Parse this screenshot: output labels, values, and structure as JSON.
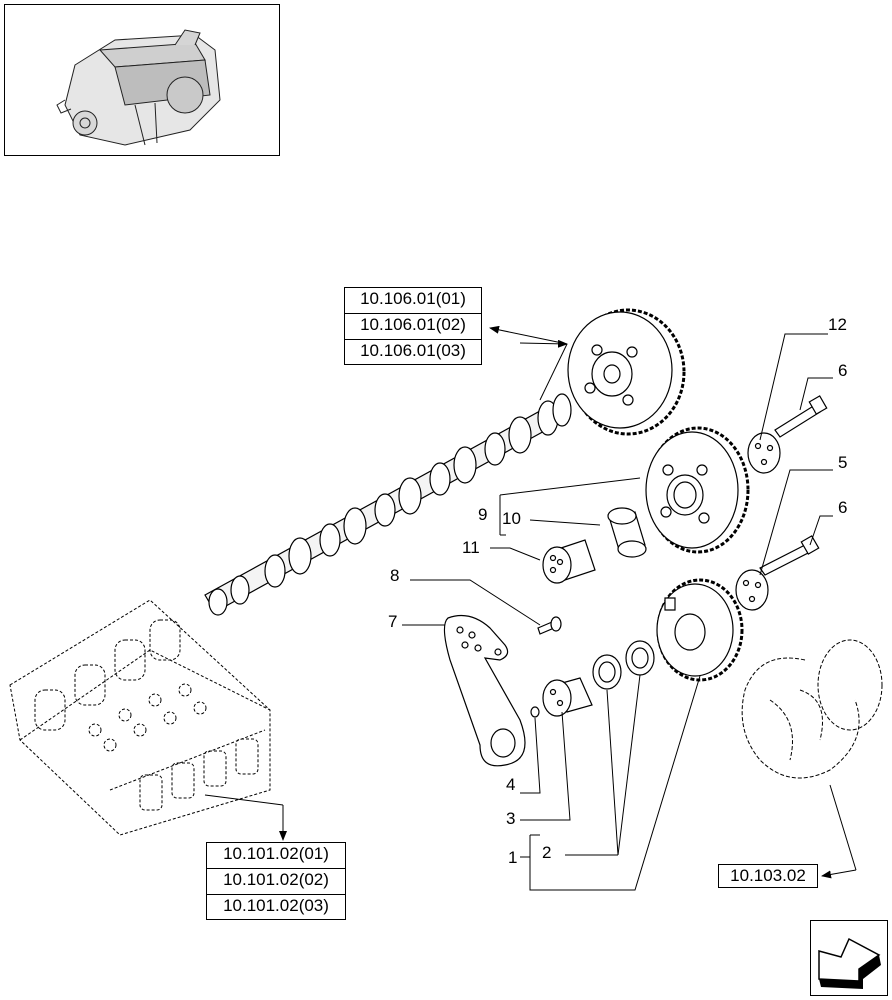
{
  "references": {
    "camshaft_1": "10.106.01(01)",
    "camshaft_2": "10.106.01(02)",
    "camshaft_3": "10.106.01(03)",
    "block_1": "10.101.02(01)",
    "block_2": "10.101.02(02)",
    "block_3": "10.101.02(03)",
    "crankshaft": "10.103.02"
  },
  "callouts": {
    "c1": "1",
    "c2": "2",
    "c3": "3",
    "c4": "4",
    "c5": "5",
    "c6a": "6",
    "c6b": "6",
    "c7": "7",
    "c8": "8",
    "c9": "9",
    "c10": "10",
    "c11": "11",
    "c12": "12"
  },
  "icons": {
    "thumbnail": "engine-thumbnail-icon",
    "navigation": "next-page-arrow-icon"
  }
}
